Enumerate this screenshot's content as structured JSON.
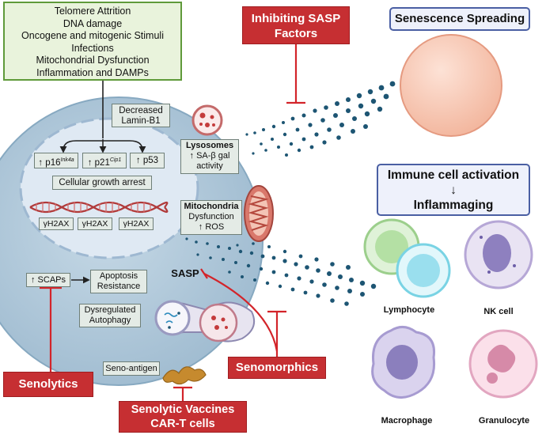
{
  "stressors": [
    "Telomere Attrition",
    "DNA damage",
    "Oncogene and mitogenic Stimuli",
    "Infections",
    "Mitochondrial Dysfunction",
    "Inflammation and DAMPs"
  ],
  "interventions": {
    "inhibiting_sasp": [
      "Inhibiting SASP",
      "Factors"
    ],
    "senomorphics": "Senomorphics",
    "senolytics": "Senolytics",
    "vaccines": [
      "Senolytic Vaccines",
      "CAR-T cells"
    ]
  },
  "outcomes": {
    "senescence_spreading": "Senescence Spreading",
    "immune_activation": [
      "Immune cell activation",
      "↓",
      "Inflammaging"
    ]
  },
  "cell": {
    "lamin": [
      "Decreased",
      "Lamin-B1"
    ],
    "p16_main": "↑ p16",
    "p16_sup": "Ink4a",
    "p21_main": "↑ p21",
    "p21_sup": "Cip1",
    "p53": "↑ p53",
    "growth_arrest": "Cellular growth arrest",
    "gh2ax": [
      "γH2AX",
      "γH2AX",
      "γH2AX"
    ],
    "lysosomes_title": "Lysosomes",
    "lysosomes_lines": [
      "↑ SA-β gal",
      "activity"
    ],
    "mito_title": "Mitochondria",
    "mito_lines": [
      "Dysfunction",
      "↑ ROS"
    ],
    "scaps": "↑ SCAPs",
    "apoptosis": [
      "Apoptosis",
      "Resistance"
    ],
    "sasp": "SASP",
    "autophagy": [
      "Dysregulated",
      "Autophagy"
    ],
    "seno_antigen": "Seno-antigen"
  },
  "immune_cells": [
    "Lymphocyte",
    "NK cell",
    "Macrophage",
    "Granulocyte"
  ],
  "colors": {
    "cell_fill": "#b5ccdb",
    "nucleus_fill": "#dde9f3",
    "inhibitor_red": "#d3242a",
    "sasp_dots": "#1d5573",
    "green_border": "#5f9a3a",
    "blue_border": "#4a5fa3"
  }
}
